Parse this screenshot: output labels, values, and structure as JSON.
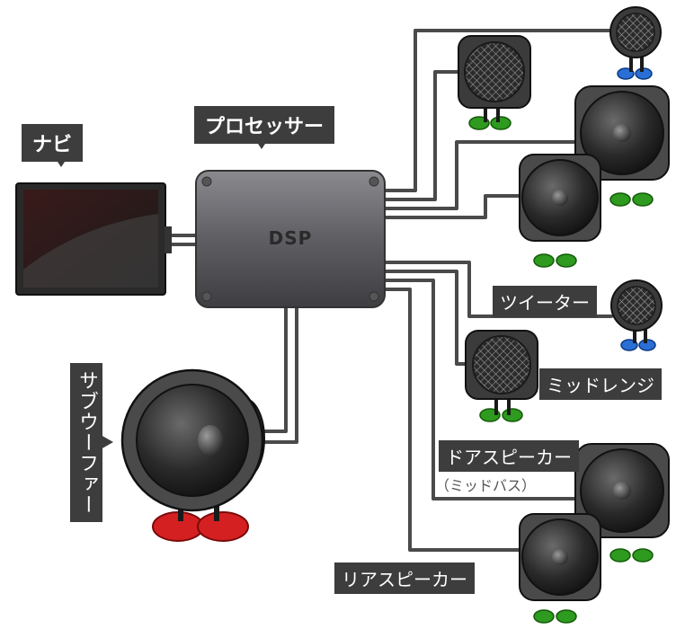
{
  "labels": {
    "navi": "ナビ",
    "processor": "プロセッサー",
    "dsp": "DSP",
    "tweeter": "ツイーター",
    "midrange": "ミッドレンジ",
    "door_speaker": "ドアスピーカー",
    "door_speaker_note": "（ミッドバス）",
    "rear_speaker": "リアスピーカー",
    "subwoofer": "サブウーファー"
  },
  "colors": {
    "label_bg": "#3d3d3d",
    "cable": "#505050",
    "feet_blue": "#2a6fd6",
    "feet_green": "#2e9a1f",
    "feet_red": "#d42020"
  }
}
